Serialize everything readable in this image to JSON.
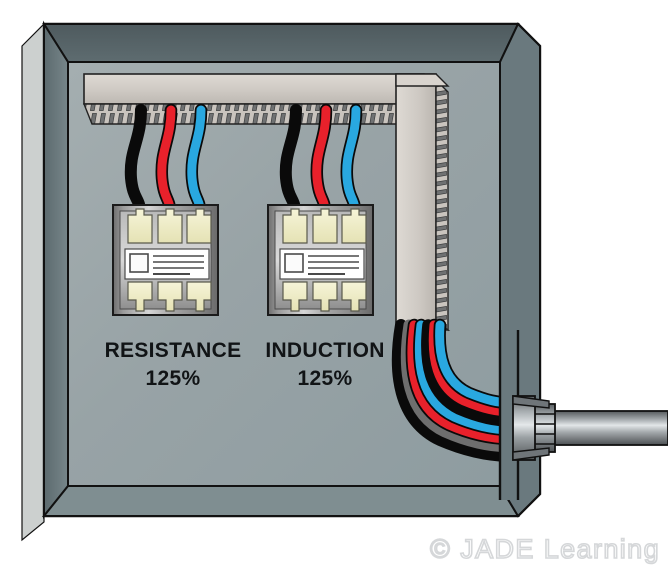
{
  "illustration": {
    "title": "Electrical enclosure with two overload relays",
    "box": {
      "face_color": "#9aa5a8",
      "inner_top_color": "#566367",
      "inner_right_color": "#65757a",
      "inner_bottom_color": "#7f8e91",
      "inner_left_color": "#6e7d81",
      "outer_edge_color": "#ccd0cf",
      "outline_color": "#111111"
    },
    "wireway": {
      "name": "wireway-duct",
      "body_color": "#cfcac4",
      "shade_color": "#b9b4ae",
      "slot_color": "#6d6f70"
    },
    "conduit": {
      "name": "conduit-fitting",
      "body_color": "#8e9295",
      "highlight_color": "#d2d6d8"
    },
    "wire_colors": {
      "black": "#0a0a0a",
      "red": "#e8212b",
      "blue": "#29a8e0",
      "outline": "#0a0a0a"
    },
    "relay": {
      "body_color": "#9a9a9a",
      "terminal_color": "#f0eec6",
      "label_color": "#ffffff",
      "terminal_count_top": 3,
      "terminal_count_bottom": 3
    }
  },
  "devices": [
    {
      "id": "left-relay",
      "name": "RESISTANCE",
      "rating": "125%"
    },
    {
      "id": "right-relay",
      "name": "INDUCTION",
      "rating": "125%"
    }
  ],
  "labels": {
    "left_name": "RESISTANCE",
    "left_rating": "125%",
    "right_name": "INDUCTION",
    "right_rating": "125%"
  },
  "watermark": {
    "text": "© JADE Learning"
  }
}
